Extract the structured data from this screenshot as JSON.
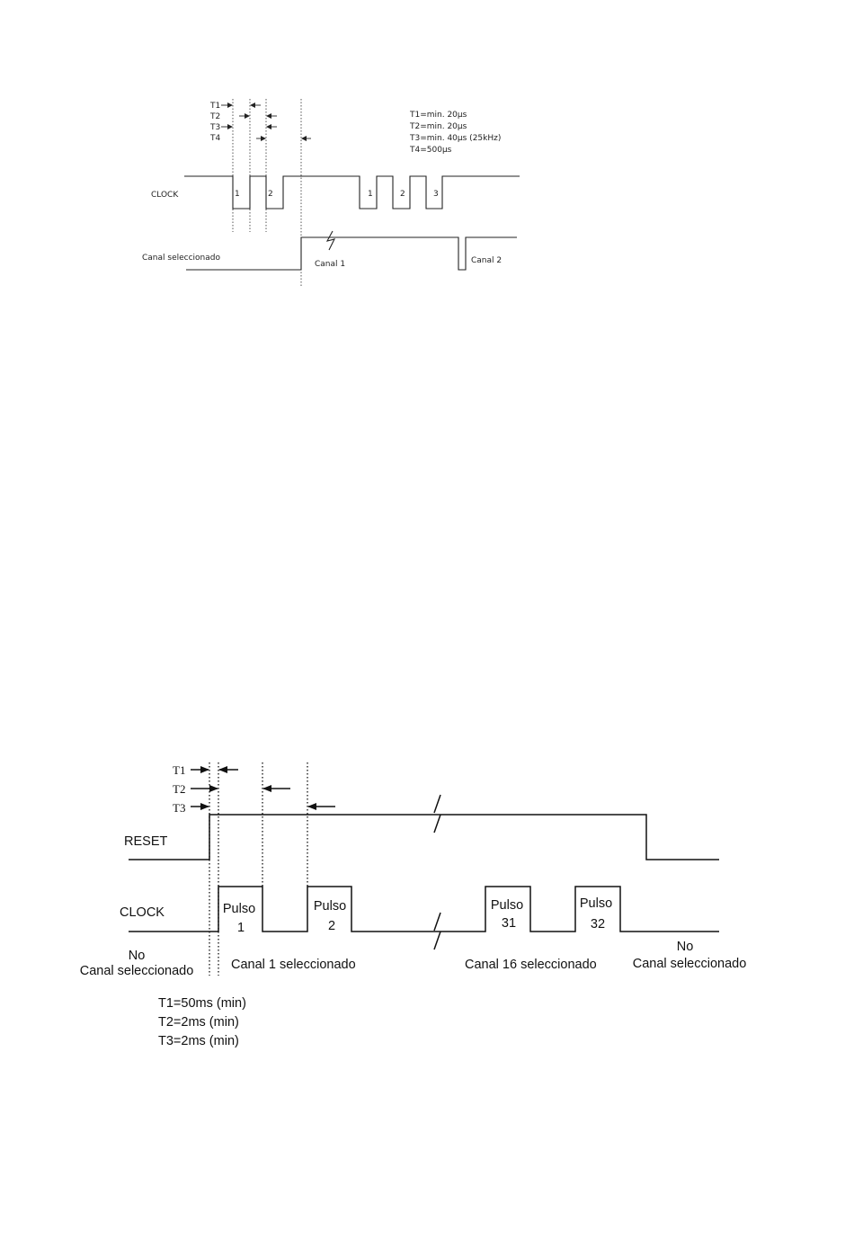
{
  "diagram_top": {
    "timing_labels": [
      "T1",
      "T2",
      "T3",
      "T4"
    ],
    "legend": [
      "T1=min. 20µs",
      "T2=min. 20µs",
      "T3=min. 40µs (25kHz)",
      "T4=500µs"
    ],
    "clock_label": "CLOCK",
    "channel_label": "Canal seleccionado",
    "pulse_labels_a": [
      "1",
      "2"
    ],
    "pulse_labels_b": [
      "1",
      "2",
      "3"
    ],
    "canal1": "Canal 1",
    "canal2": "Canal 2"
  },
  "diagram_bottom": {
    "timing_labels": [
      "T1",
      "T2",
      "T3"
    ],
    "reset_label": "RESET",
    "clock_label": "CLOCK",
    "pulses": [
      {
        "word": "Pulso",
        "num": "1"
      },
      {
        "word": "Pulso",
        "num": "2"
      },
      {
        "word": "Pulso",
        "num": "31"
      },
      {
        "word": "Pulso",
        "num": "32"
      }
    ],
    "state_no_left": [
      "No",
      "Canal seleccionado"
    ],
    "state_canal1": "Canal 1 seleccionado",
    "state_canal16": "Canal 16 seleccionado",
    "state_no_right": [
      "No",
      "Canal seleccionado"
    ],
    "legend": [
      "T1=50ms (min)",
      "T2=2ms (min)",
      "T3=2ms (min)"
    ]
  }
}
